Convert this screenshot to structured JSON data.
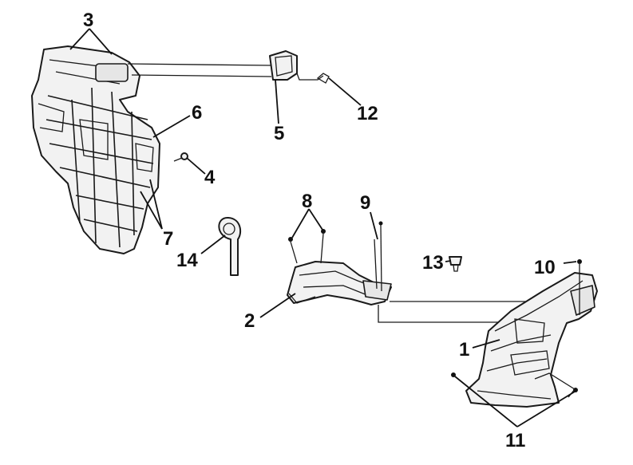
{
  "callouts": {
    "c1": "1",
    "c2": "2",
    "c3": "3",
    "c4": "4",
    "c5": "5",
    "c6": "6",
    "c7": "7",
    "c8": "8",
    "c9": "9",
    "c10": "10",
    "c11": "11",
    "c12": "12",
    "c13": "13",
    "c14": "14"
  },
  "colors": {
    "ink": "#111111",
    "part_fill": "#f2f2f2",
    "background": "#ffffff"
  }
}
